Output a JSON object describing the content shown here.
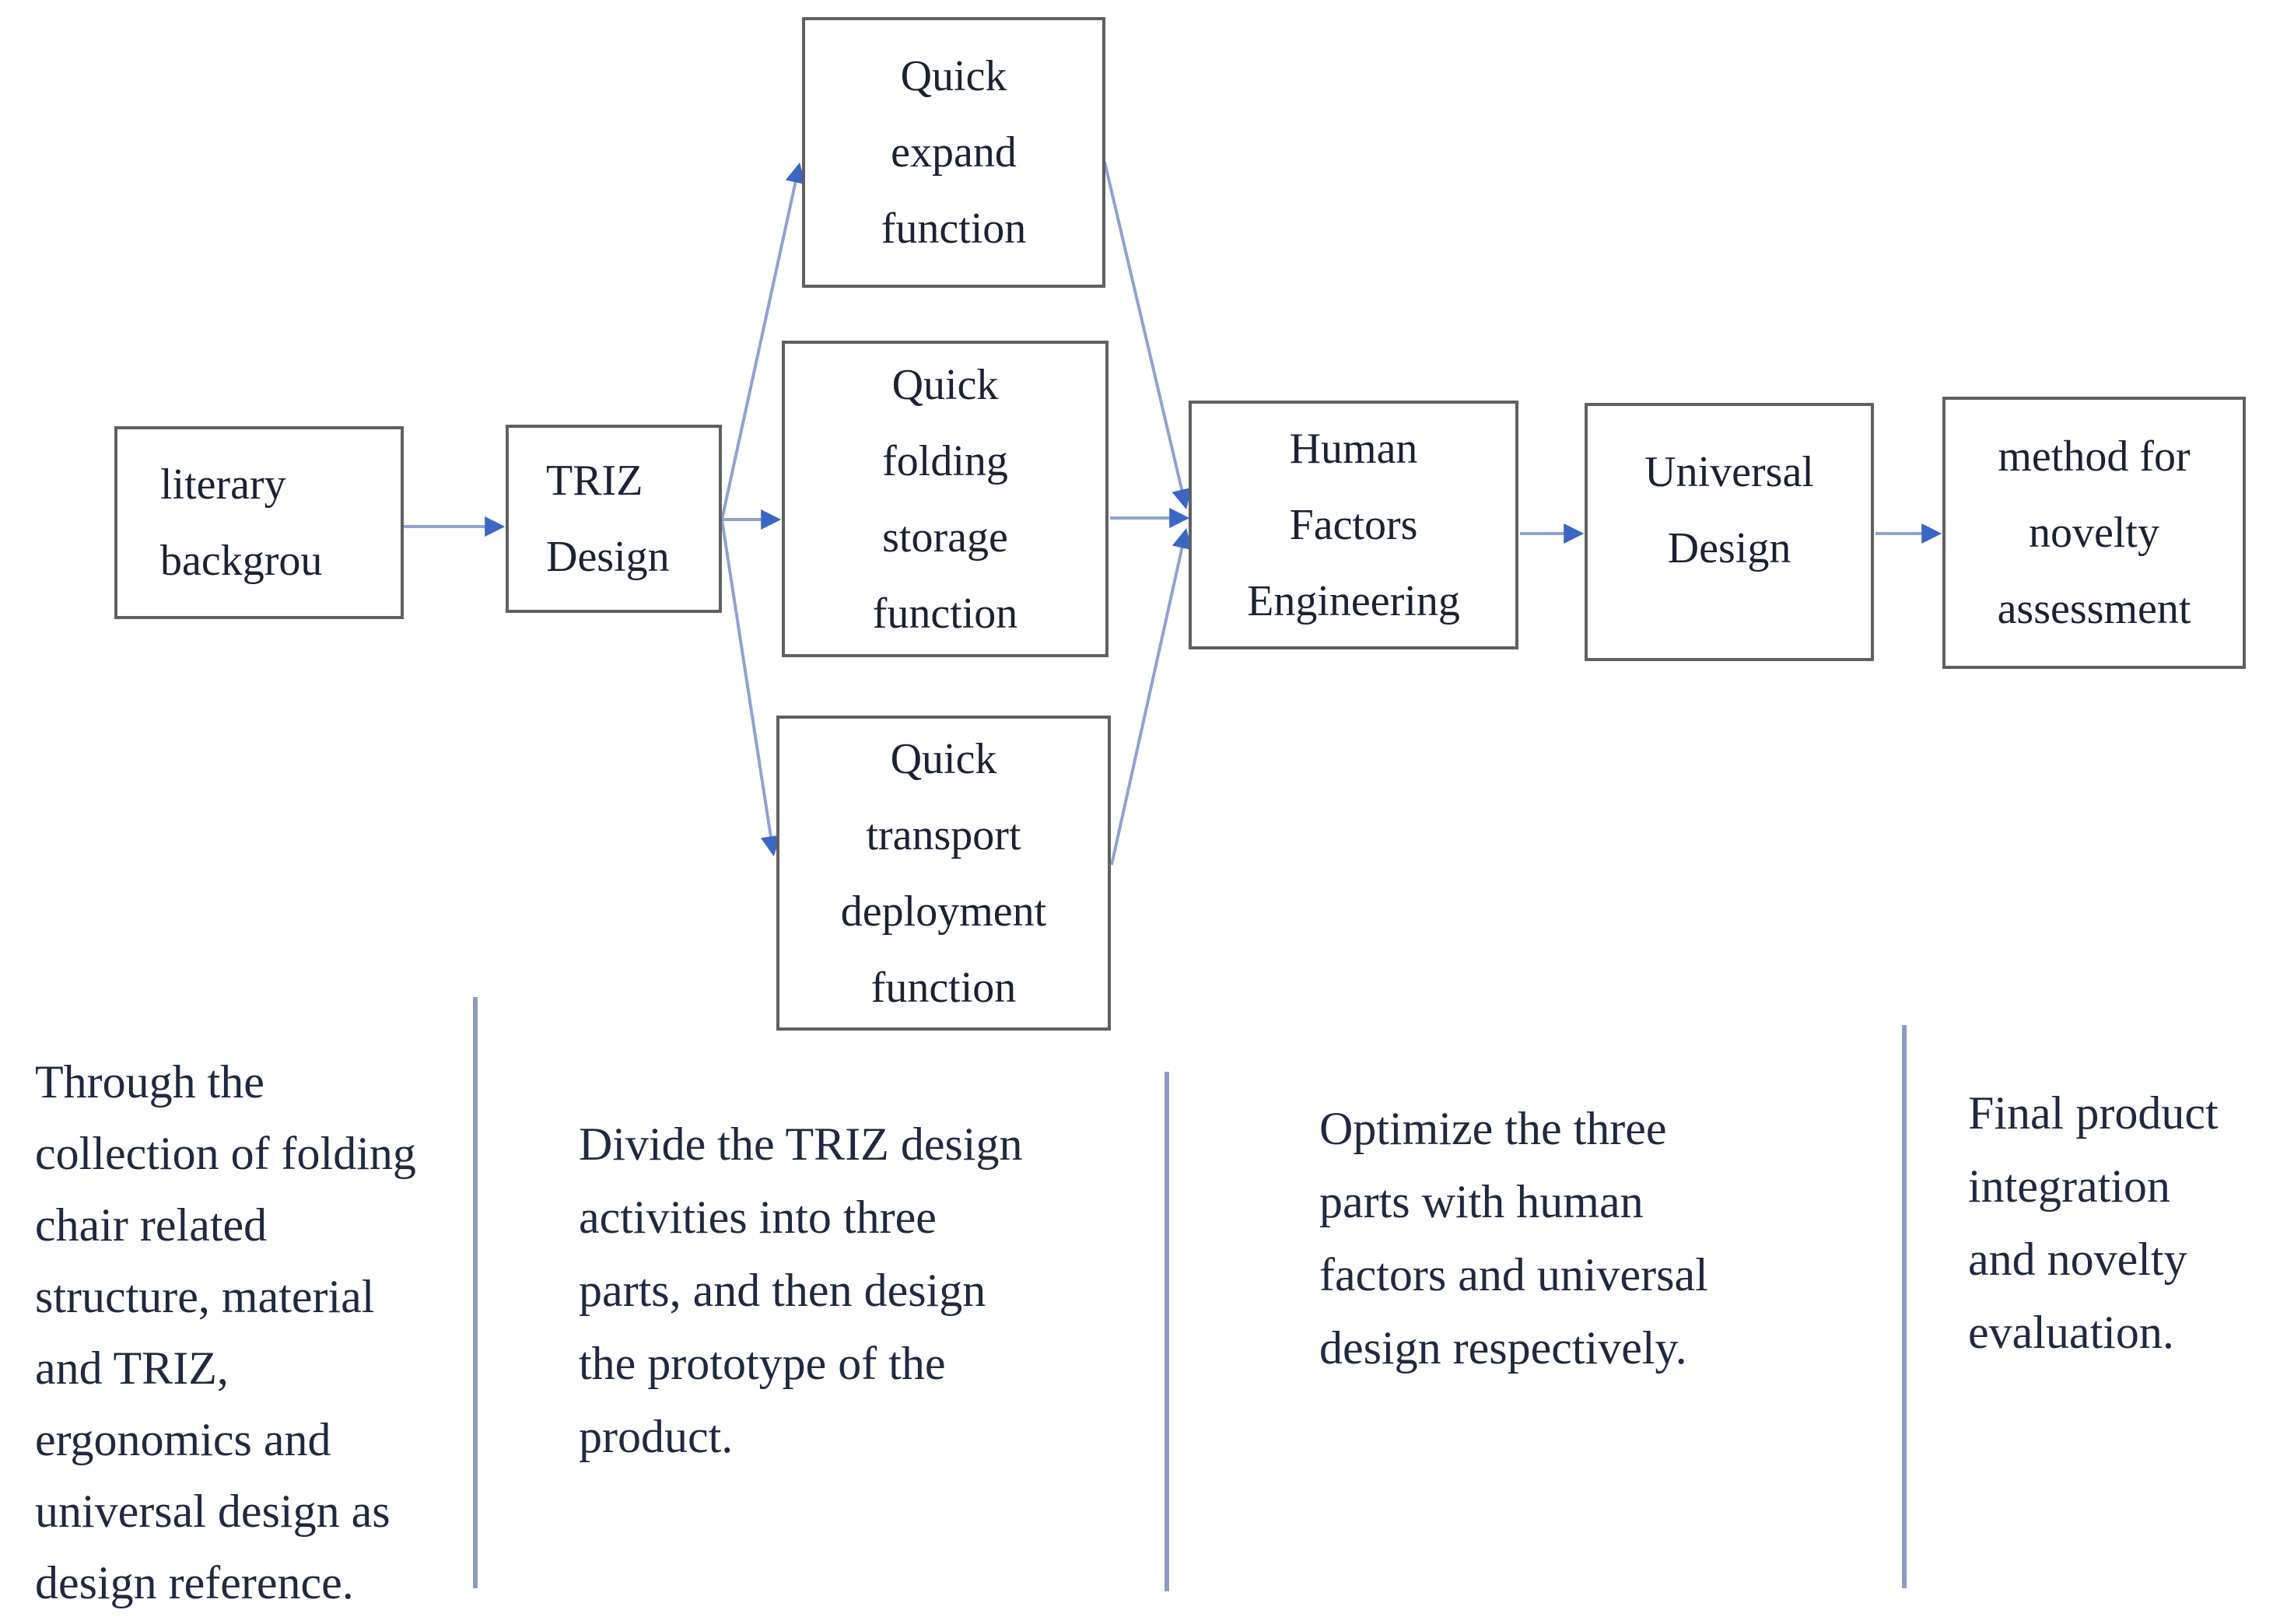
{
  "figure": {
    "type": "flowchart",
    "background": "#ffffff"
  },
  "colors": {
    "box_border": "#606060",
    "box_fill": "#ffffff",
    "box_text": "#1a2233",
    "description_text": "#1f2940",
    "arrow_shaft": "#8fa3cf",
    "arrow_head": "#3b67c4",
    "separator_line": "#8d9cbe"
  },
  "nodes": [
    {
      "id": "literary-background",
      "label": "literary\nbackgrou"
    },
    {
      "id": "triz-design",
      "label": "TRIZ\nDesign"
    },
    {
      "id": "quick-expand",
      "label": "Quick\nexpand\nfunction"
    },
    {
      "id": "quick-folding-storage",
      "label": "Quick\nfolding\nstorage\nfunction"
    },
    {
      "id": "quick-transport-deployment",
      "label": "Quick\ntransport\ndeployment\nfunction"
    },
    {
      "id": "human-factors-engineering",
      "label": "Human\nFactors\nEngineering"
    },
    {
      "id": "universal-design",
      "label": "Universal\nDesign"
    },
    {
      "id": "novelty-assessment",
      "label": "method for\nnovelty\nassessment"
    }
  ],
  "descriptions": [
    {
      "id": "stage-1",
      "text": "Through the\ncollection of folding\nchair related\nstructure, material\nand TRIZ,\nergonomics and\nuniversal design as\ndesign reference."
    },
    {
      "id": "stage-2",
      "text": "Divide the TRIZ design\nactivities into three\nparts, and then design\nthe prototype of the\nproduct."
    },
    {
      "id": "stage-3",
      "text": "Optimize the three\nparts with human\nfactors and universal\ndesign respectively."
    },
    {
      "id": "stage-4",
      "text": "Final product\nintegration\nand novelty\nevaluation."
    }
  ]
}
